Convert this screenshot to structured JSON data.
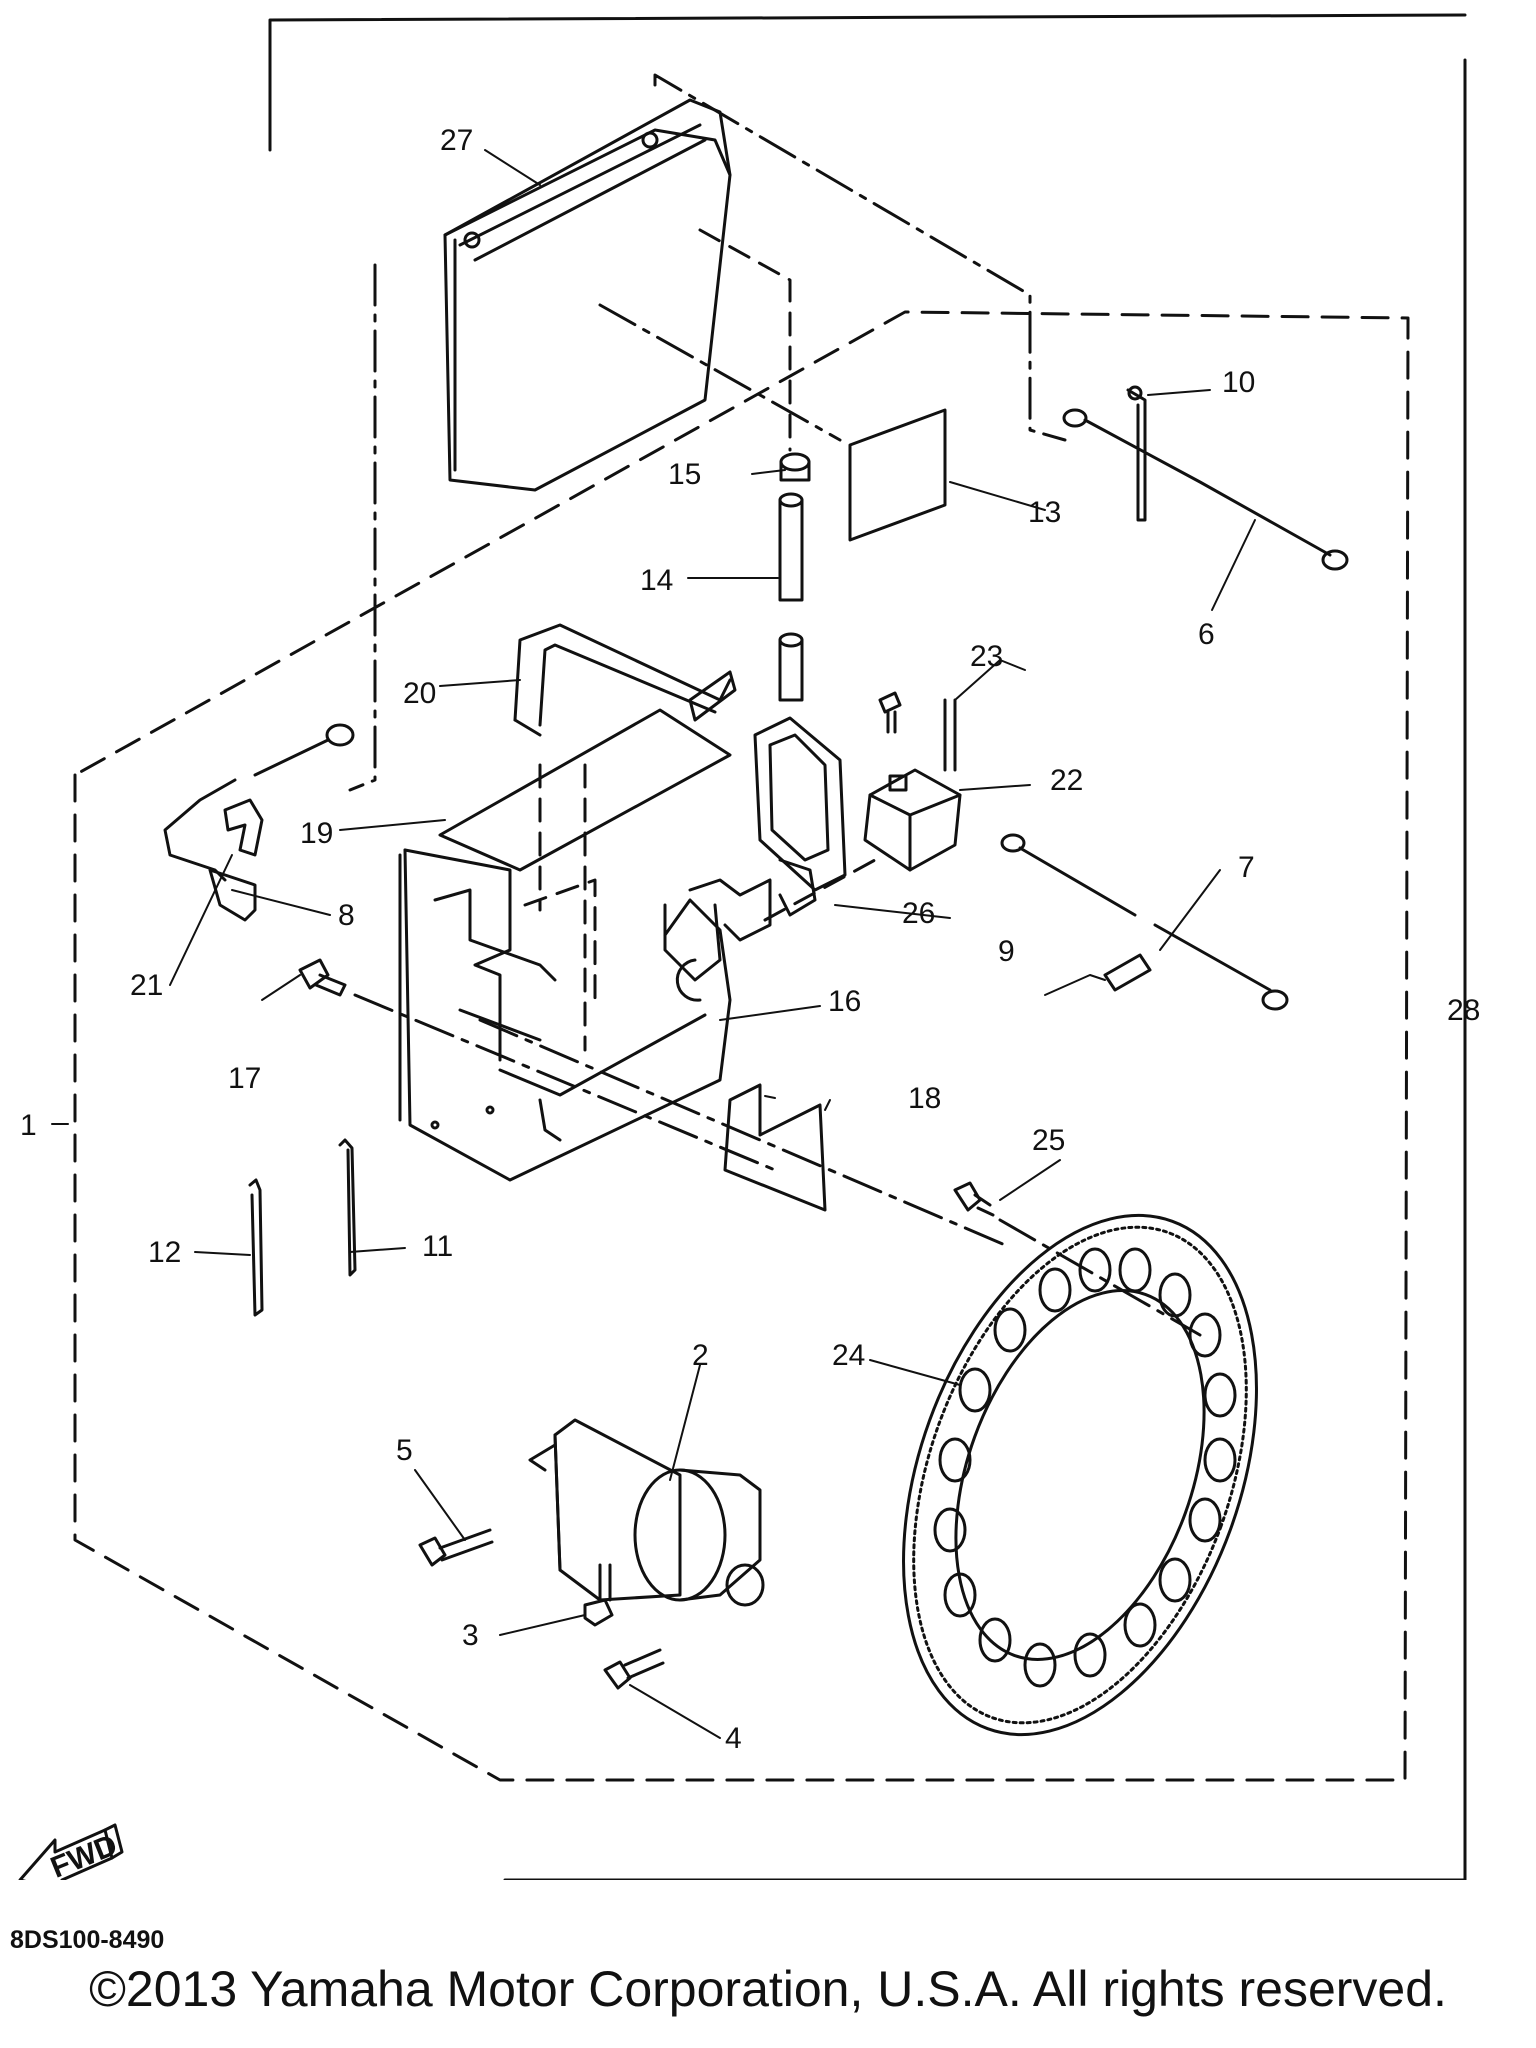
{
  "callouts": {
    "c1": "1",
    "c2": "2",
    "c3": "3",
    "c4": "4",
    "c5": "5",
    "c6": "6",
    "c7": "7",
    "c8": "8",
    "c9": "9",
    "c10": "10",
    "c11": "11",
    "c12": "12",
    "c13": "13",
    "c14": "14",
    "c15": "15",
    "c16": "16",
    "c17": "17",
    "c18": "18",
    "c19": "19",
    "c20": "20",
    "c21": "21",
    "c22": "22",
    "c23": "23",
    "c24": "24",
    "c25": "25",
    "c26": "26",
    "c27": "27",
    "c28": "28"
  },
  "fwd_label": "FWD",
  "part_code": "8DS100-8490",
  "copyright": "©2013 Yamaha Motor Corporation, U.S.A. All rights reserved."
}
